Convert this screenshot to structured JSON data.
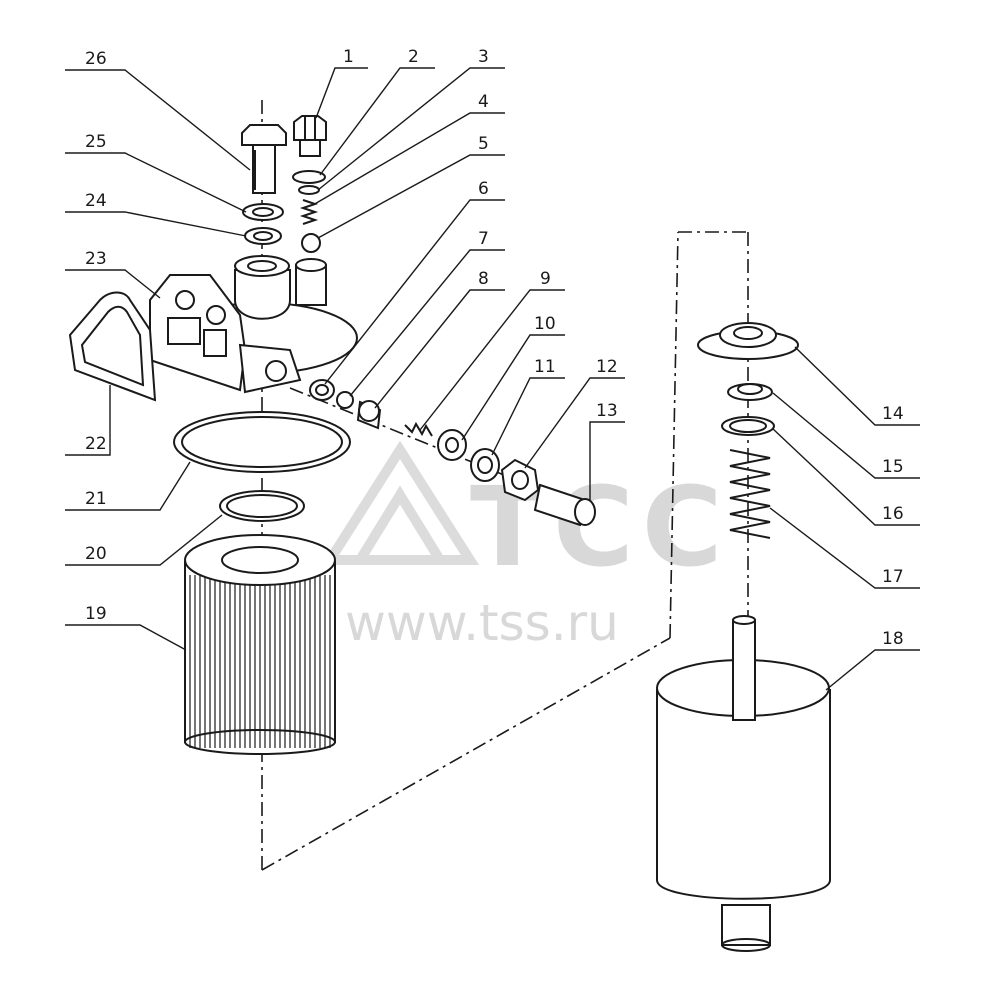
{
  "watermark": {
    "logo_text": "TCC",
    "url_text": "www.tss.ru"
  },
  "colors": {
    "ink": "#1a1a1a",
    "paper": "#ffffff",
    "watermark": "#d8d8d8"
  },
  "callouts": {
    "c1": "1",
    "c2": "2",
    "c3": "3",
    "c4": "4",
    "c5": "5",
    "c6": "6",
    "c7": "7",
    "c8": "8",
    "c9": "9",
    "c10": "10",
    "c11": "11",
    "c12": "12",
    "c13": "13",
    "c14": "14",
    "c15": "15",
    "c16": "16",
    "c17": "17",
    "c18": "18",
    "c19": "19",
    "c20": "20",
    "c21": "21",
    "c22": "22",
    "c23": "23",
    "c24": "24",
    "c25": "25",
    "c26": "26"
  }
}
